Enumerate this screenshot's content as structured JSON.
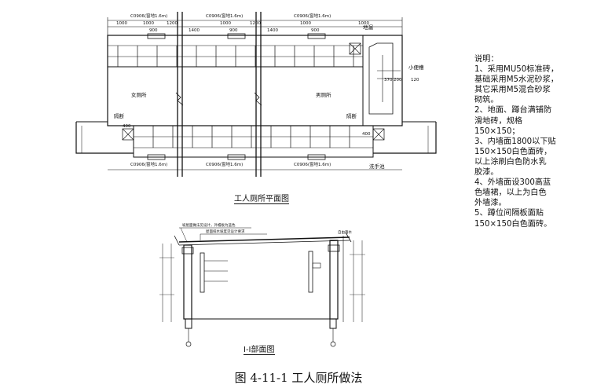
{
  "plan": {
    "title": "工人厕所平面图",
    "top_windows": [
      "C0906(窗地1.6m)",
      "C0906(窗地1.6m)",
      "C0906(窗地1.6m)"
    ],
    "top_dims_row1": [
      "1000",
      "1000",
      "1000",
      "1000",
      "1000"
    ],
    "top_dims_row2": [
      "900",
      "1400",
      "900",
      "1400",
      "900"
    ],
    "top_dims_mid": [
      "1200",
      "1200"
    ],
    "room_left": "女厕所",
    "room_right": "男厕所",
    "partition_label": "隔断",
    "partition_label_right": "隔断",
    "side_labels": [
      "小便槽",
      "洗手池",
      "地漏"
    ],
    "side_dims": [
      "370",
      "200",
      "120"
    ],
    "box_dim": "400",
    "bottom_windows": [
      "C0906(窗地1.6m)",
      "C0906(窗地1.6m)",
      "C0906(窗地1.6m)"
    ]
  },
  "section": {
    "title": "I-I部面图",
    "roof_note_1": "坡屋面做法见设计，外檐板为蓝色",
    "roof_note_2": "屋面排水坡度见设计要求",
    "right_note": "自由落水"
  },
  "notes": {
    "heading": "说明：",
    "lines": [
      "1、采用MU50标准砖，",
      "基础采用M5水泥砂浆，",
      "其它采用M5混合砂浆",
      "砌筑。",
      "2、地面、蹲台满铺防",
      "滑地砖，规格",
      "150×150；",
      "3、内墙面1800以下贴",
      "150×150白色面砖，",
      "以上涂刷白色防水乳",
      "胶漆。",
      "4、外墙面设300高蓝",
      "色墙裙，以上为白色",
      "外墙漆。",
      "5、蹲位间隔板面贴",
      "150×150白色面砖。"
    ]
  },
  "caption": "图 4-11-1 工人厕所做法"
}
